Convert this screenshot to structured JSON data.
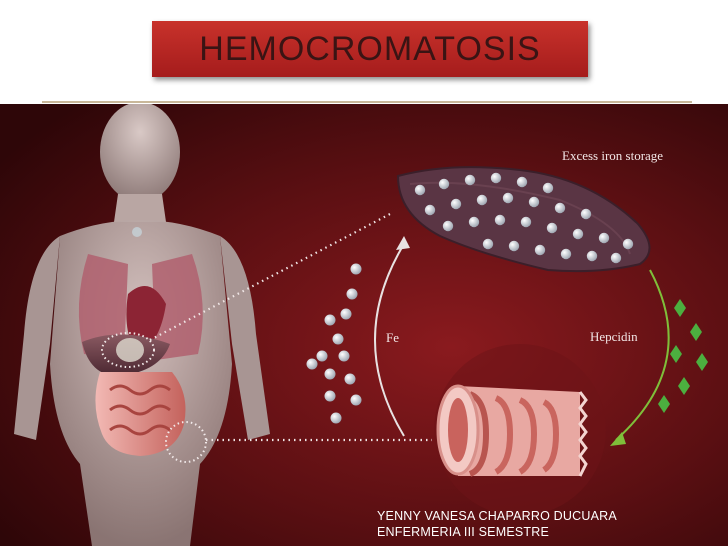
{
  "title": "HEMOCROMATOSIS",
  "illustration": {
    "labels": {
      "storage": "Excess iron storage",
      "iron": "Fe",
      "hormone": "Hepcidin"
    }
  },
  "author": {
    "name": "YENNY VANESA CHAPARRO DUCUARA",
    "course": "ENFERMERIA III SEMESTRE"
  },
  "colors": {
    "title_background": "#b8241f",
    "title_text": "#3a1414",
    "scene_background": "#5a0f12",
    "hepcidin": "#4caf3f",
    "iron_particle": "#e8ecf2"
  },
  "icons": [
    "human-body-icon",
    "liver-icon",
    "intestine-icon",
    "iron-particle-icon",
    "hepcidin-diamond-icon"
  ]
}
